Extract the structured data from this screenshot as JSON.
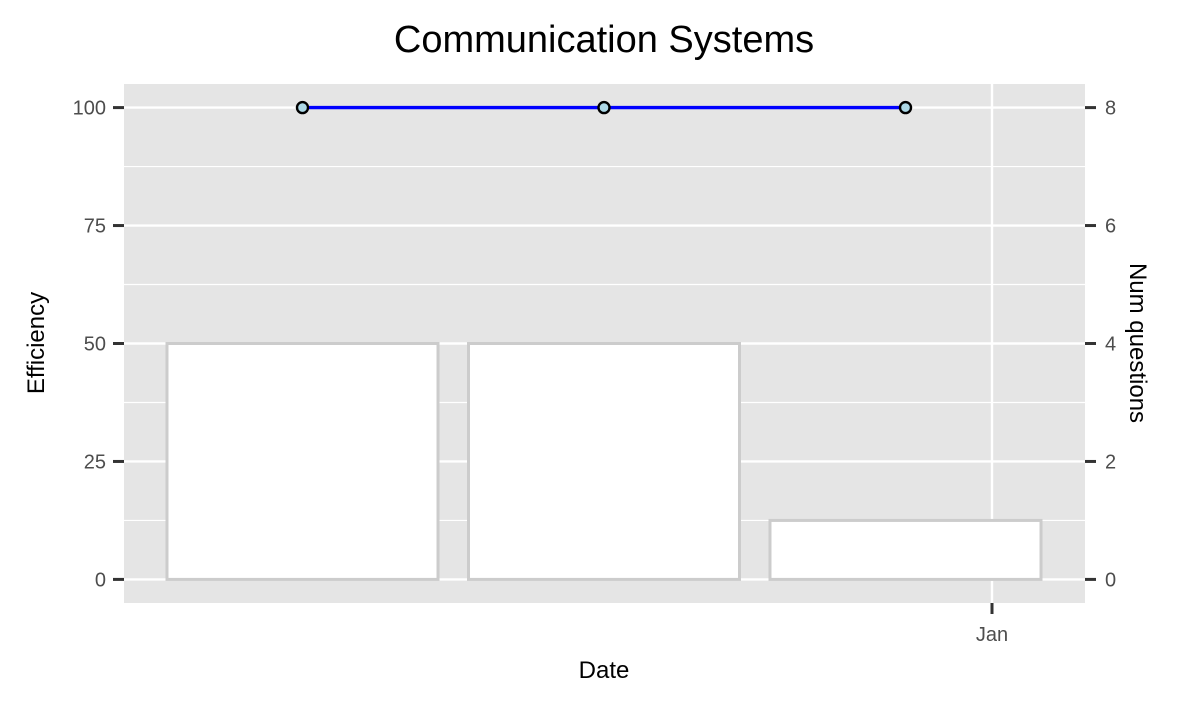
{
  "chart_data": {
    "type": "bar+line",
    "title": "Communication Systems",
    "xlabel": "Date",
    "ylabel": "Efficiency",
    "ylabel_right": "Num questions",
    "x_tick_labels": [
      "Jan"
    ],
    "y_ticks": [
      0,
      25,
      50,
      75,
      100
    ],
    "y_ticks_right": [
      0,
      2,
      4,
      6,
      8
    ],
    "ylim": [
      -5,
      105
    ],
    "ylim_right": [
      -0.4,
      8.4
    ],
    "grid": true,
    "bars": {
      "name": "Num questions",
      "axis": "right",
      "values": [
        4,
        4,
        1
      ],
      "fill": "#ffffff",
      "stroke": "#cccccc"
    },
    "line": {
      "name": "Efficiency",
      "axis": "left",
      "values": [
        100,
        100,
        100
      ],
      "color": "#0000ff",
      "point_fill": "#add8e6",
      "point_stroke": "#000000"
    }
  },
  "colors": {
    "panel_background": "#e5e5e5",
    "grid": "#ffffff",
    "tick": "#333333"
  }
}
